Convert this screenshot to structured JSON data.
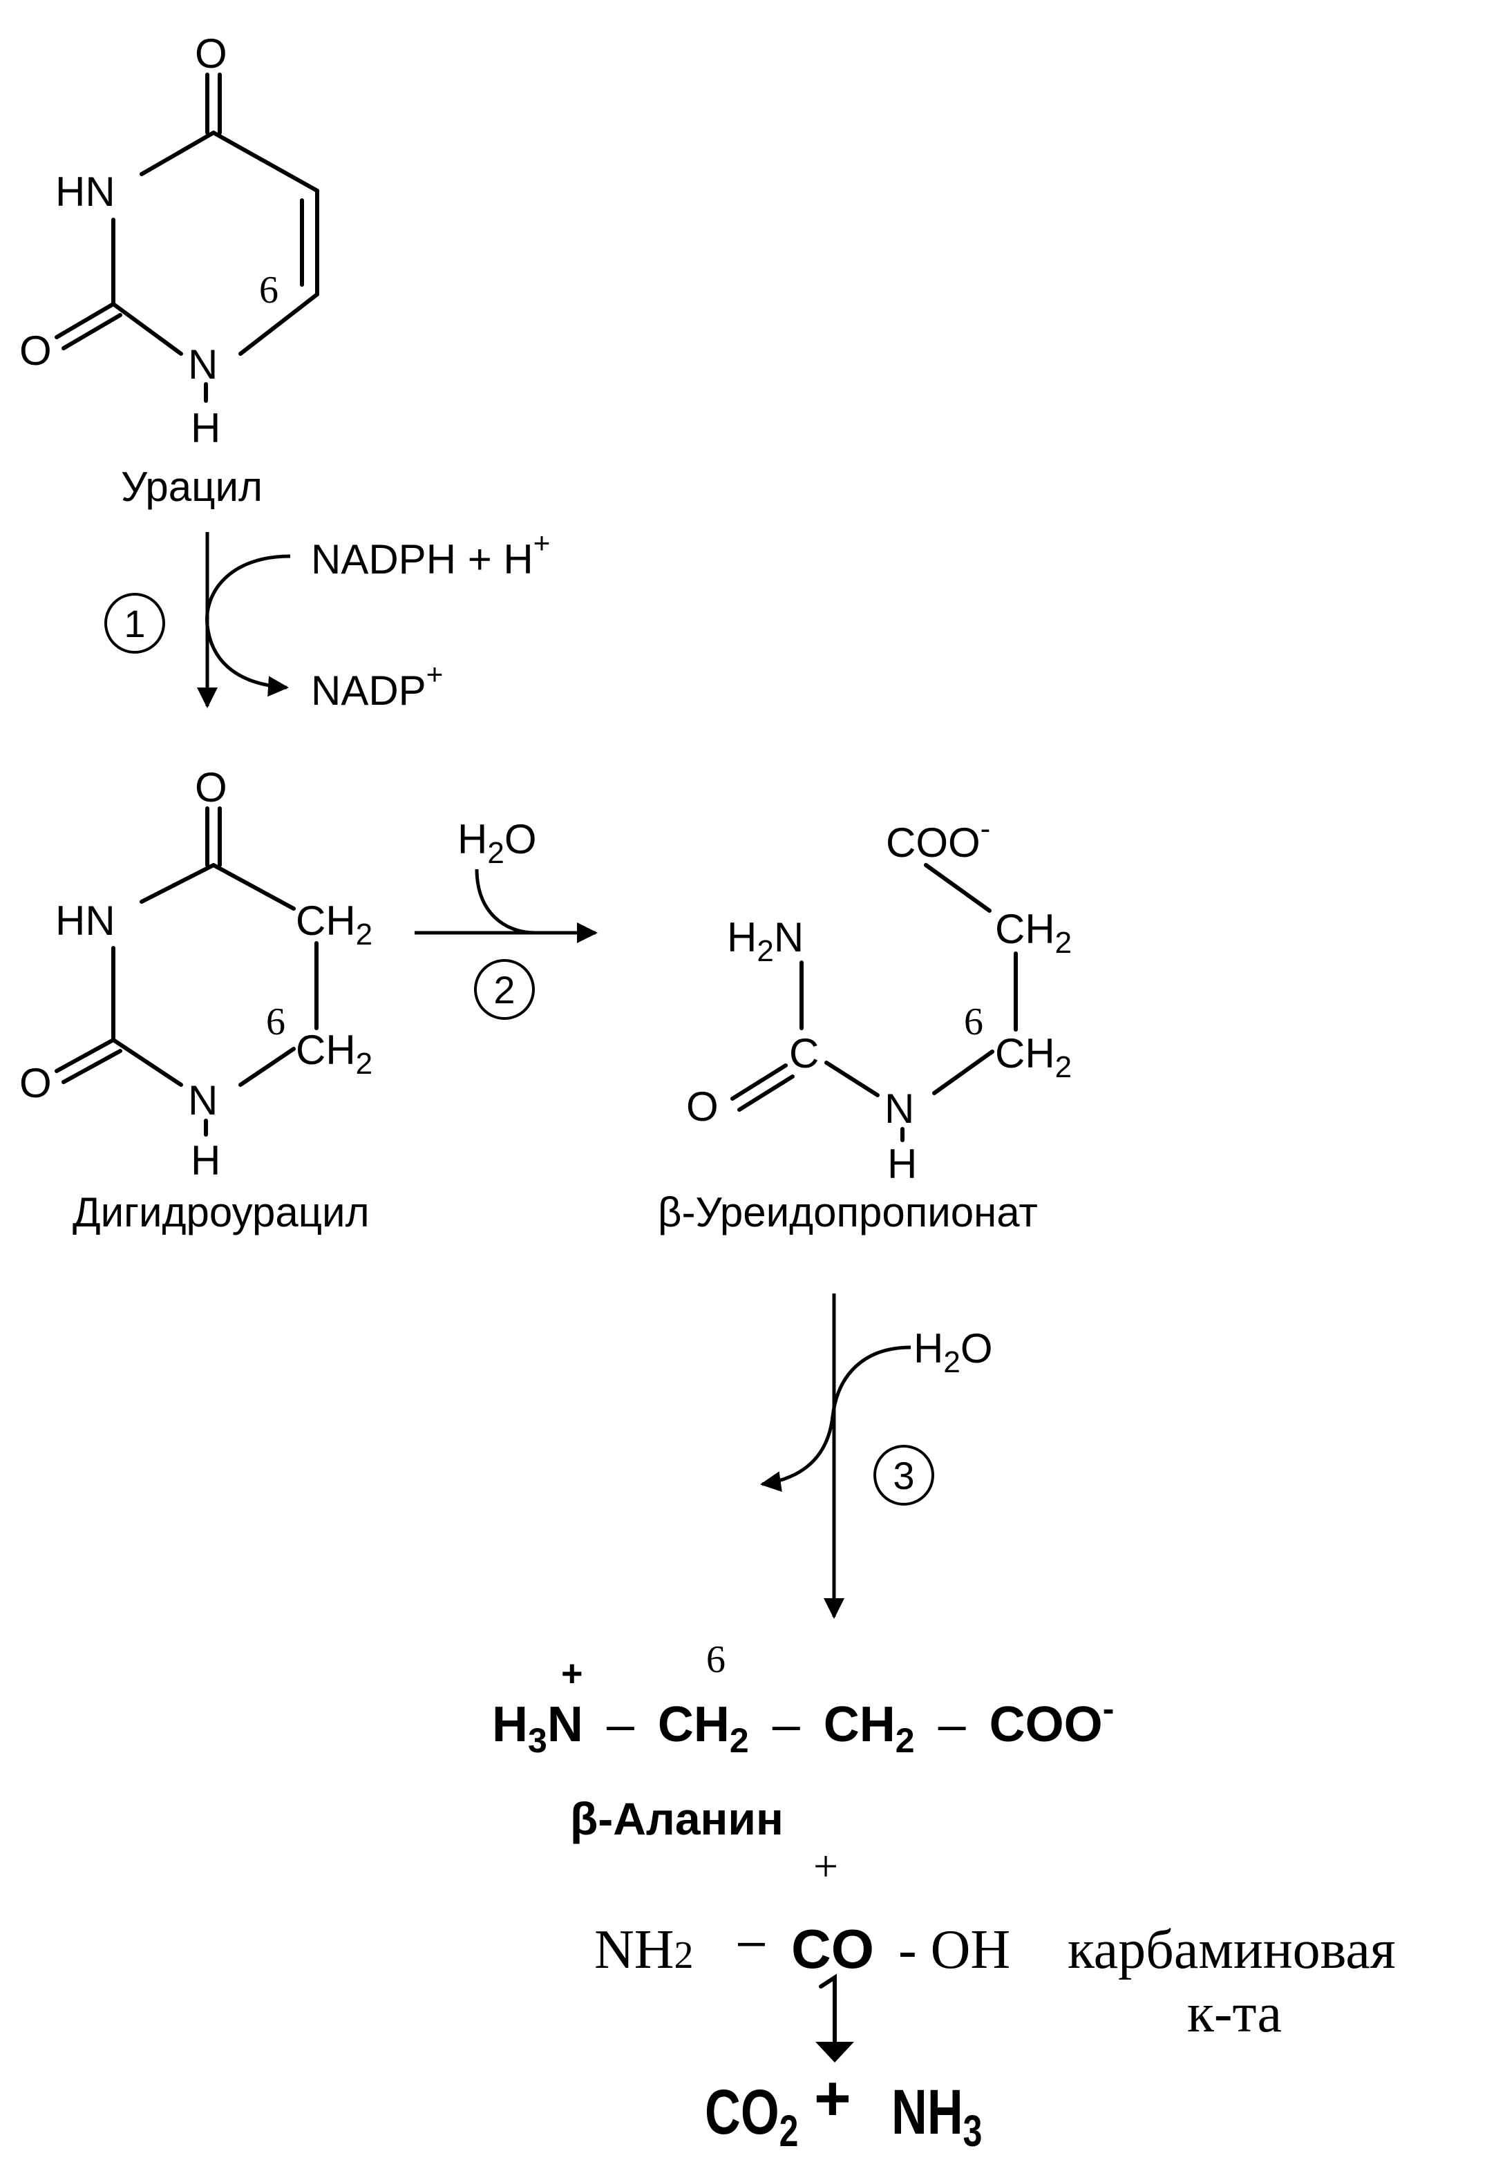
{
  "uracil": {
    "o_top": "O",
    "hn": "HN",
    "o_left": "O",
    "n": "N",
    "h": "H",
    "pos6": "6",
    "name": "Урацил"
  },
  "step1": {
    "number": "1",
    "reagent_in": "NADPH + H",
    "reagent_in_sup": "+",
    "reagent_out": "NADP",
    "reagent_out_sup": "+"
  },
  "dihydrouracil": {
    "o_top": "O",
    "hn": "HN",
    "ch2_top": "CH",
    "ch2_top_sub": "2",
    "ch2_bottom": "CH",
    "ch2_bottom_sub": "2",
    "pos6": "6",
    "o_left": "O",
    "n": "N",
    "h": "H",
    "name": "Дигидроурацил"
  },
  "step2": {
    "number": "2",
    "water": "H",
    "water_sub": "2",
    "water_o": "O"
  },
  "ureidopropionate": {
    "coo": "COO",
    "coo_sup": "-",
    "h2n": "H",
    "h2n_sub": "2",
    "h2n_n": "N",
    "ch2_top": "CH",
    "ch2_top_sub": "2",
    "ch2_bottom": "CH",
    "ch2_bottom_sub": "2",
    "pos6": "6",
    "c": "C",
    "o": "O",
    "n": "N",
    "h": "H",
    "name": "β-Уреидопропионат"
  },
  "step3": {
    "number": "3",
    "water": "H",
    "water_sub": "2",
    "water_o": "O"
  },
  "beta_alanine": {
    "plus_charge": "+",
    "h3n_h": "H",
    "h3n_sub": "3",
    "h3n_n": "N",
    "dash1": "–",
    "ch2a": "CH",
    "ch2a_sub": "2",
    "dash2": "–",
    "ch2b": "CH",
    "ch2b_sub": "2",
    "dash3": "–",
    "coo": "COO",
    "coo_sup": "-",
    "pos6": "6",
    "name": "β-Аланин"
  },
  "carbamic": {
    "plus": "+",
    "nh2": "NH",
    "nh2_sub": "2",
    "dash1": "–",
    "co": "CO",
    "oh": "- OH",
    "name_line1": "карбаминовая",
    "name_line2": "к-та"
  },
  "products": {
    "co2": "CO",
    "co2_sub": "2",
    "plus": "+",
    "nh3": "NH",
    "nh3_sub": "3"
  }
}
